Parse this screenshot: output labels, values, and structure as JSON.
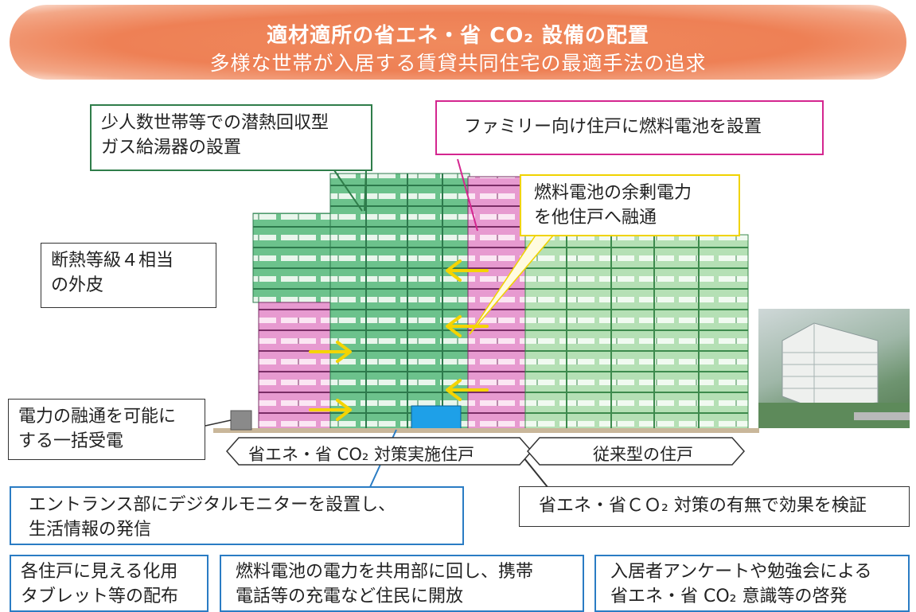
{
  "header": {
    "title": "適材適所の省エネ・省 CO₂ 設備の配置",
    "subtitle": "多様な世帯が入居する賃貸共同住宅の最適手法の追求"
  },
  "callouts": {
    "latent_heat": [
      "少人数世帯等での潜熱回収型",
      "ガス給湯器の設置"
    ],
    "fuel_cell_family": "ファミリー向け住戸に燃料電池を設置",
    "surplus_power": [
      "燃料電池の余剰電力",
      "を他住戸へ融通"
    ],
    "insulation": [
      "断熱等級４相当",
      "の外皮"
    ],
    "bulk_power": [
      "電力の融通を可能に",
      "する一括受電"
    ],
    "entrance_monitor": [
      "エントランス部にデジタルモニターを設置し、",
      "生活情報の発信"
    ],
    "verification": "省エネ・省ＣＯ₂ 対策の有無で効果を検証",
    "tablet": [
      "各住戸に見える化用",
      "タブレット等の配布"
    ],
    "common_power": [
      "燃料電池の電力を共用部に回し、携帯",
      "電話等の充電など住民に開放"
    ],
    "awareness": [
      "入居者アンケートや勉強会による",
      "省エネ・省 CO₂ 意識等の啓発"
    ]
  },
  "building_labels": {
    "measures_units": "省エネ・省 CO₂ 対策実施住戸",
    "conventional_units": "従来型の住戸"
  },
  "colors": {
    "banner": "#ee8055",
    "green_units": "#6cc28c",
    "pink_units": "#e79ad0",
    "light_green_units": "#b5e0b5",
    "entrance": "#1ea0e8",
    "arrow": "#f5d400",
    "ground": "#c9b79a"
  },
  "icons": [
    "power-receiver-box-icon",
    "flow-arrow-icon",
    "building-photo"
  ]
}
